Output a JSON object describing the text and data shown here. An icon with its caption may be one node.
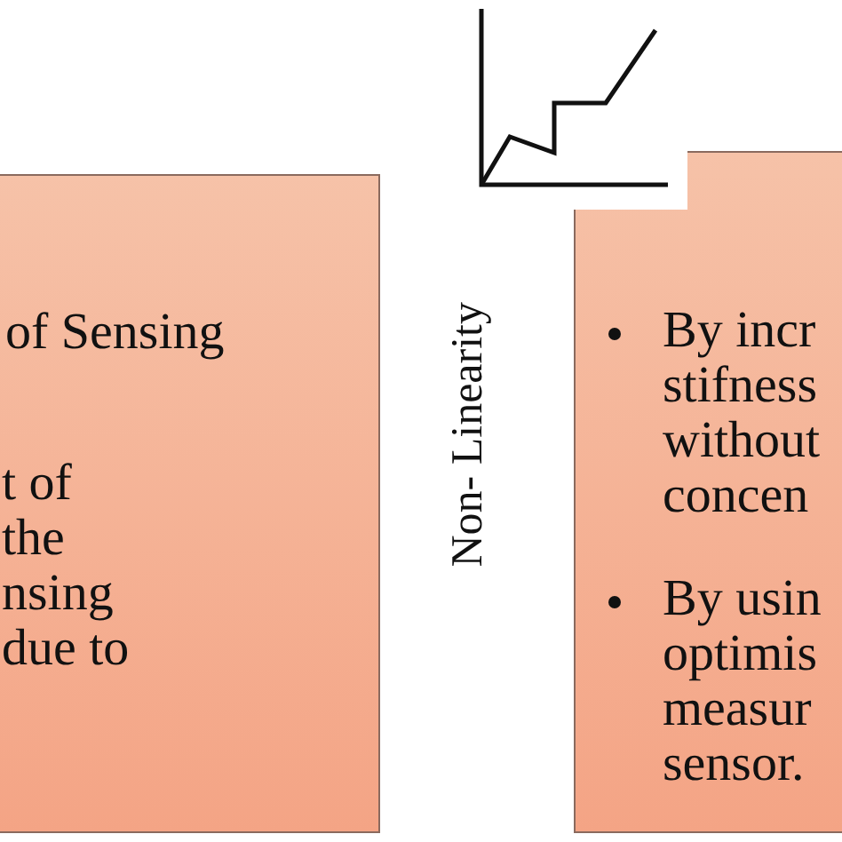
{
  "diagram": {
    "nodes": [
      {
        "text": [
          "of Sensing",
          "t of the nsing due to"
        ]
      },
      {
        "text": [
          "By incr stifness without concen",
          "By usin optimis measur sensor."
        ]
      }
    ],
    "labels": [
      "Non- Linearity"
    ]
  }
}
